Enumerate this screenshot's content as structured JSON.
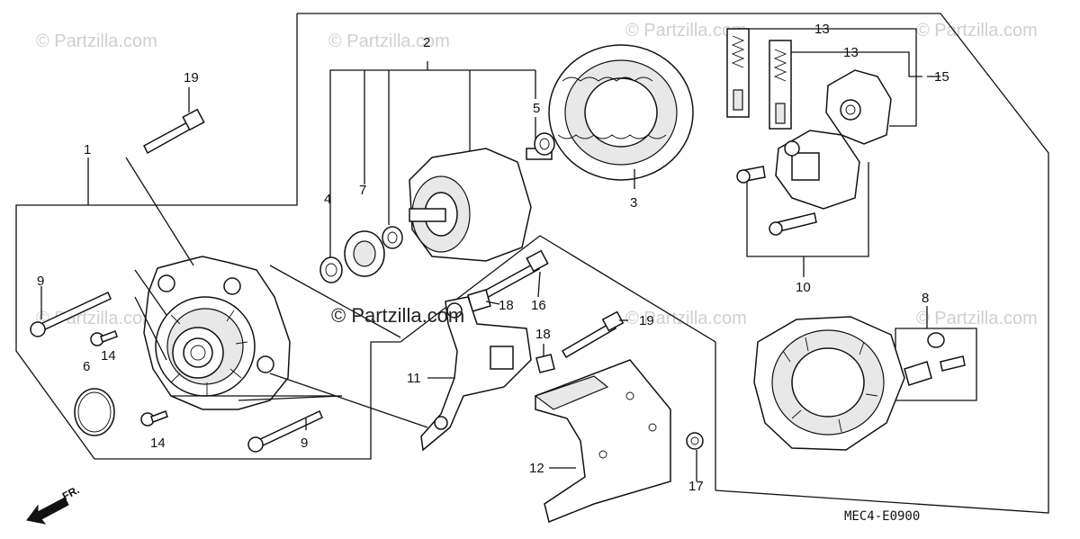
{
  "watermark": "© Partzilla.com",
  "center_watermark": "© Partzilla.com",
  "diagram_code": "MEC4-E0900",
  "direction_label": "FR.",
  "callouts": {
    "c1": "1",
    "c2": "2",
    "c3": "3",
    "c4": "4",
    "c5": "5",
    "c6": "6",
    "c7": "7",
    "c8": "8",
    "c9a": "9",
    "c9b": "9",
    "c10": "10",
    "c11": "11",
    "c12": "12",
    "c13a": "13",
    "c13b": "13",
    "c14a": "14",
    "c14b": "14",
    "c15": "15",
    "c16": "16",
    "c17": "17",
    "c18a": "18",
    "c18b": "18",
    "c19a": "19",
    "c19b": "19"
  }
}
